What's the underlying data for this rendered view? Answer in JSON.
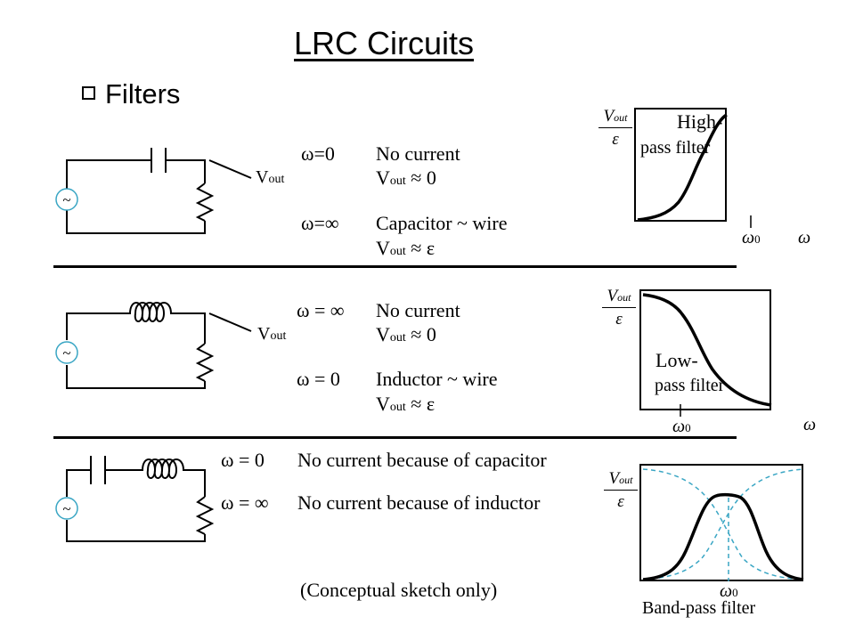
{
  "title": "LRC Circuits",
  "section": "Filters",
  "note": "(Conceptual sketch only)",
  "rows": [
    {
      "vout": "V",
      "vout_sub": "out",
      "cond1": "ω=0",
      "desc1": "No current",
      "val1_v": "V",
      "val1_sub": "out",
      "val1_rest": " ≈ 0",
      "cond2": "ω=∞",
      "desc2": "Capacitor ~ wire",
      "val2_v": "V",
      "val2_sub": "out",
      "val2_rest": " ≈ ε"
    },
    {
      "vout": "V",
      "vout_sub": "out",
      "cond1": "ω = ∞",
      "desc1": "No current",
      "val1_v": "V",
      "val1_sub": "out",
      "val1_rest": " ≈ 0",
      "cond2": "ω = 0",
      "desc2": "Inductor ~ wire",
      "val2_v": "V",
      "val2_sub": "out",
      "val2_rest": " ≈ ε"
    },
    {
      "cond1": "ω = 0",
      "desc1": "No current because of capacitor",
      "cond2": "ω = ∞",
      "desc2": "No current because of inductor"
    }
  ],
  "source_symbol": "~",
  "plots": [
    {
      "label_line1": "High-",
      "label_line2": "pass filter",
      "num": "V",
      "num_sub": "out",
      "den": "ε",
      "w0": "ω",
      "w0_sub": "0",
      "w": "ω"
    },
    {
      "label_line1": "Low-",
      "label_line2": "pass filter",
      "num": "V",
      "num_sub": "out",
      "den": "ε",
      "w0": "ω",
      "w0_sub": "0",
      "w": "ω"
    },
    {
      "label_line1": "Band-pass filter",
      "num": "V",
      "num_sub": "out",
      "den": "ε",
      "w0": "ω",
      "w0_sub": "0"
    }
  ],
  "colors": {
    "ink": "#000000",
    "dashed_curve": "#3aa6c4"
  }
}
